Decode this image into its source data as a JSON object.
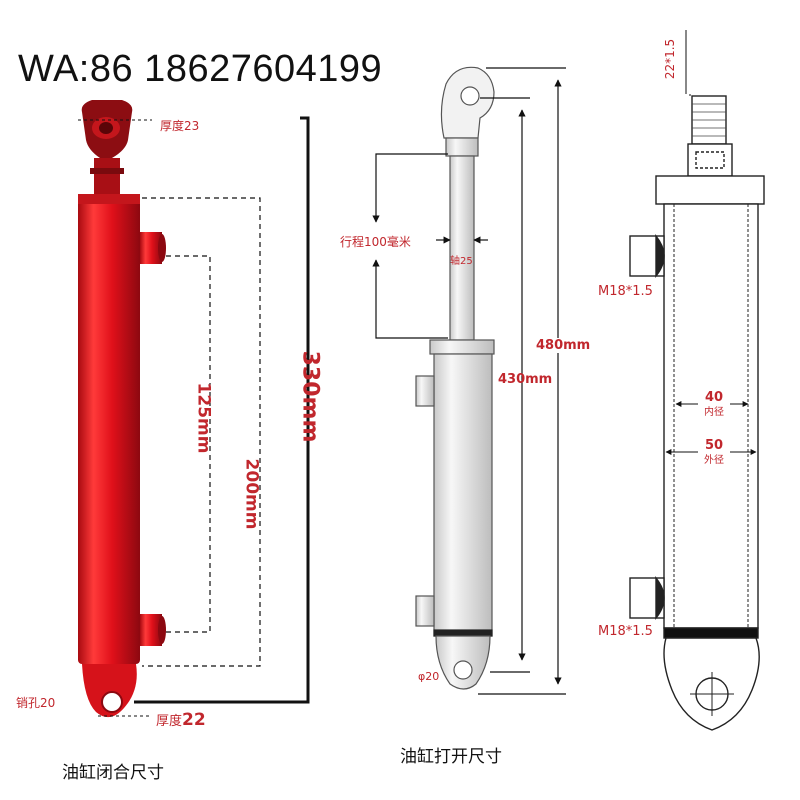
{
  "header": {
    "contact": "WA:86 18627604199"
  },
  "left_cylinder": {
    "caption": "油缸闭合尺寸",
    "thickness_top": "厚度23",
    "thickness_bottom_prefix": "厚度",
    "thickness_bottom_value": "22",
    "pin_hole": "销孔20",
    "dim_125": "125mm",
    "dim_200": "200mm",
    "dim_330": "330mm",
    "body_color": "#e0101a"
  },
  "middle_cylinder": {
    "caption": "油缸打开尺寸",
    "stroke": "行程100毫米",
    "shaft": "轴25",
    "dim_430": "430mm",
    "dim_480": "480mm",
    "pin": "φ20"
  },
  "right_cylinder": {
    "thread_top": "22*1.5",
    "port_top": "M18*1.5",
    "port_bottom": "M18*1.5",
    "inner_value": "40",
    "inner_label": "内径",
    "outer_value": "50",
    "outer_label": "外径"
  }
}
